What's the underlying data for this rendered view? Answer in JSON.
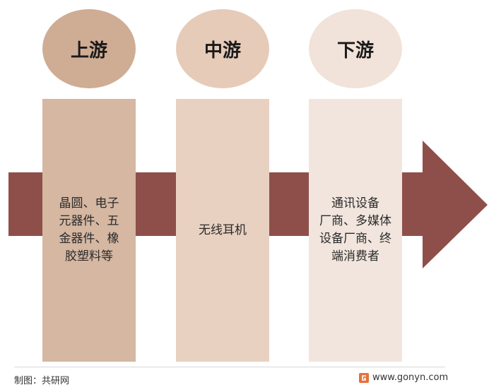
{
  "stages": [
    {
      "title": "上游",
      "text": "晶圆、电子\n元器件、五\n金器件、橡\n胶塑料等"
    },
    {
      "title": "中游",
      "text": "无线耳机"
    },
    {
      "title": "下游",
      "text": "通讯设备\n厂商、多媒体\n设备厂商、终\n端消费者"
    }
  ],
  "footer": {
    "source": "制图：共研网",
    "website": "www.gonyn.com"
  },
  "colors": {
    "arrow": "#8e4f4b",
    "circle_up": "#cfac94",
    "circle_mid": "#e6cbb9",
    "circle_down": "#f1e3d9",
    "panel_up": "#d5b7a2",
    "panel_mid": "#e9d1c1",
    "panel_down": "#f1e5dd",
    "logo": "#e8703a"
  }
}
